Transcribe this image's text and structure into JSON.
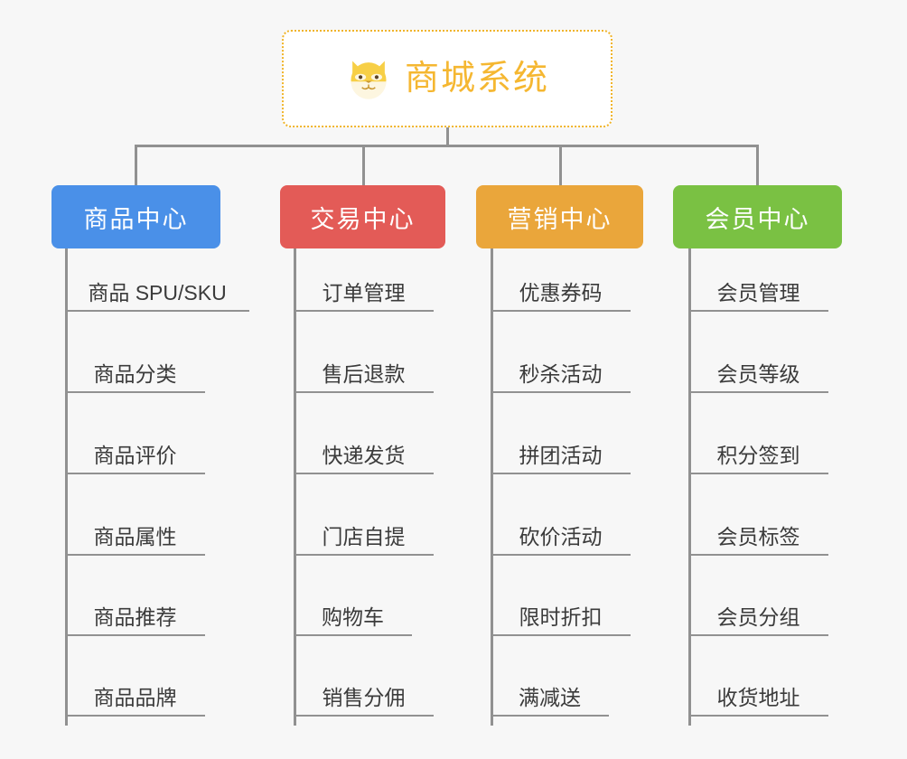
{
  "background_color": "#f7f7f7",
  "root": {
    "title": "商城系统",
    "icon": "shiba-dog-face-icon",
    "text_color": "#f5b731",
    "border_color": "#f0b429"
  },
  "connector_color": "#919191",
  "branches": [
    {
      "label": "商品中心",
      "color": "#4a90e8",
      "items": [
        "商品 SPU/SKU",
        "商品分类",
        "商品评价",
        "商品属性",
        "商品推荐",
        "商品品牌"
      ]
    },
    {
      "label": "交易中心",
      "color": "#e35b57",
      "items": [
        "订单管理",
        "售后退款",
        "快递发货",
        "门店自提",
        "购物车",
        "销售分佣"
      ]
    },
    {
      "label": "营销中心",
      "color": "#eaa63b",
      "items": [
        "优惠券码",
        "秒杀活动",
        "拼团活动",
        "砍价活动",
        "限时折扣",
        "满减送"
      ]
    },
    {
      "label": "会员中心",
      "color": "#7ac143",
      "items": [
        "会员管理",
        "会员等级",
        "积分签到",
        "会员标签",
        "会员分组",
        "收货地址"
      ]
    }
  ]
}
